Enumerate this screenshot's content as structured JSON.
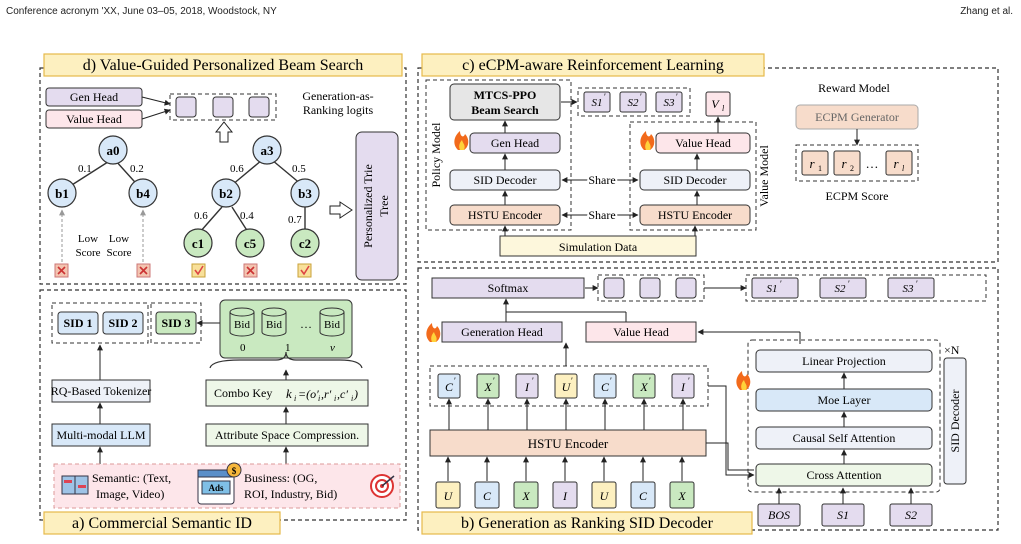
{
  "header": {
    "left": "Conference acronym 'XX, June 03–05, 2018, Woodstock, NY",
    "right": "Zhang et al."
  },
  "colors": {
    "title_bg": "#fdf0c0",
    "title_border": "#e6b94a",
    "blue_node": "#d8e8f8",
    "green_node": "#c9e9c0",
    "purple_box": "#e4dcef",
    "pink_box": "#fde6ea",
    "orange_box": "#f7dccb",
    "cream_box": "#fdf7dc",
    "cross_bg": "#f3c4b0",
    "check_bg": "#f8e09a"
  },
  "panel_d": {
    "title": "d) Value-Guided Personalized Beam Search",
    "gen_head": "Gen Head",
    "value_head": "Value Head",
    "logits_label": [
      "Generation-as-",
      "Ranking logits"
    ],
    "trie_label": [
      "Personalized Trie",
      "Tree"
    ],
    "tree1": {
      "root": "a0",
      "left": "b1",
      "right": "b4",
      "w_left": "0.1",
      "w_right": "0.2"
    },
    "tree2": {
      "root": "a3",
      "mid_left": "b2",
      "mid_right": "b3",
      "w_mid_left": "0.6",
      "w_mid_right": "0.5",
      "c1": "c1",
      "c5": "c5",
      "c2": "c2",
      "w_c1": "0.6",
      "w_c5": "0.4",
      "w_c2": "0.7"
    },
    "low_score": [
      "Low",
      "Score"
    ]
  },
  "panel_c": {
    "title": "c) eCPM-aware Reinforcement Learning",
    "beam": [
      "MTCS-PPO",
      "Beam Search"
    ],
    "gen_head": "Gen Head",
    "sid_decoder": "SID Decoder",
    "hstu_encoder": "HSTU Encoder",
    "value_head": "Value Head",
    "policy_model": "Policy Model",
    "value_model": "Value Model",
    "share": "Share",
    "simulation": "Simulation Data",
    "outputs": [
      "S1",
      "S2",
      "S3"
    ],
    "prime": "′",
    "v_l": "V",
    "v_sub": "l",
    "reward_model": "Reward Model",
    "ecpm_generator": "ECPM Generator",
    "rewards": [
      "r",
      "r",
      "r"
    ],
    "reward_subs": [
      "1",
      "2",
      "l"
    ],
    "dots": "…",
    "ecpm_score": "ECPM Score"
  },
  "panel_a": {
    "title": "a) Commercial Semantic ID",
    "sids": [
      "SID 1",
      "SID 2",
      "SID 3"
    ],
    "bids": [
      "Bid",
      "Bid",
      "Bid"
    ],
    "bid_idx": [
      "0",
      "1",
      "v"
    ],
    "dots": "…",
    "rq": "RQ-Based Tokenizer",
    "llm": "Multi-modal LLM",
    "combo": "Combo Key",
    "formula": "k",
    "formula_rest": "=(o′",
    "attr": "Attribute Space Compression.",
    "semantic": [
      "Semantic: (Text,",
      "Image, Video)"
    ],
    "ads": "Ads",
    "business": [
      "Business: (OG,",
      "ROI, Industry, Bid)"
    ]
  },
  "panel_b": {
    "title": "b) Generation as Ranking SID Decoder",
    "softmax": "Softmax",
    "outputs": [
      "S1",
      "S2",
      "S3"
    ],
    "generation_head": "Generation Head",
    "value_head": "Value Head",
    "tokens_top": [
      "C",
      "X",
      "I",
      "U",
      "C",
      "X",
      "I"
    ],
    "hstu": "HSTU Encoder",
    "tokens_bottom": [
      "U",
      "C",
      "X",
      "I",
      "U",
      "C",
      "X"
    ],
    "stack": [
      "Linear Projection",
      "Moe Layer",
      "Causal Self Attention",
      "Cross Attention"
    ],
    "xn": "×N",
    "sid_decoder": "SID Decoder",
    "inputs": [
      "BOS",
      "S1",
      "S2"
    ]
  }
}
